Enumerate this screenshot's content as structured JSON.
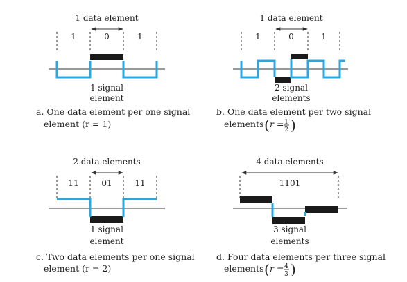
{
  "panels": [
    {
      "id": "a",
      "top_label": "1 data element",
      "bits": [
        "1",
        "0",
        "1"
      ],
      "signal_label_1": "1 signal",
      "signal_label_2": "element",
      "caption_1": "a. One data element per one signal",
      "caption_2": "element (r = 1)"
    },
    {
      "id": "b",
      "top_label": "1 data element",
      "bits": [
        "1",
        "0",
        "1"
      ],
      "signal_label_1": "2 signal",
      "signal_label_2": "elements",
      "caption_1": "b. One data element per two signal",
      "caption_2": "elements",
      "ratio_num": "1",
      "ratio_den": "2"
    },
    {
      "id": "c",
      "top_label": "2 data elements",
      "bits": [
        "11",
        "01",
        "11"
      ],
      "signal_label_1": "1 signal",
      "signal_label_2": "element",
      "caption_1": "c. Two data elements per one signal",
      "caption_2": "element (r = 2)"
    },
    {
      "id": "d",
      "top_label": "4 data elements",
      "bits": [
        "1101"
      ],
      "signal_label_1": "3 signal",
      "signal_label_2": "elements",
      "caption_1": "d. Four data elements per three signal",
      "caption_2": "elements",
      "ratio_num": "4",
      "ratio_den": "3"
    }
  ],
  "ratio_prefix": "r =",
  "colors": {
    "signal": "#29a8e0",
    "element": "#1a1a1a",
    "line": "#333333"
  }
}
